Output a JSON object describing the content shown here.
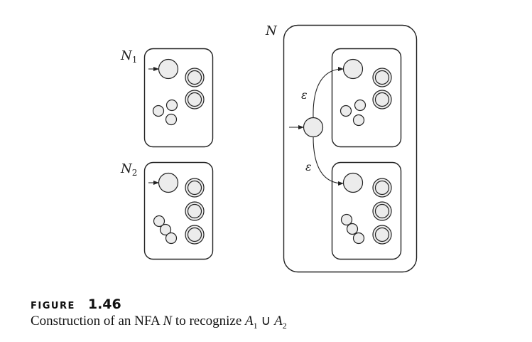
{
  "labels": {
    "n1": "N",
    "n1_sub": "1",
    "n2": "N",
    "n2_sub": "2",
    "n": "N",
    "epsilon_top": "ε",
    "epsilon_bottom": "ε"
  },
  "caption": {
    "figure_word": "FIGURE",
    "figure_number": "1.46",
    "text_before": "Construction of an NFA ",
    "text_var": "N",
    "text_middle": " to recognize ",
    "set_a1": "A",
    "set_a1_sub": "1",
    "union_symbol": " ∪ ",
    "set_a2": "A",
    "set_a2_sub": "2"
  },
  "colors": {
    "state_fill": "#ececec",
    "stroke": "#222222"
  }
}
